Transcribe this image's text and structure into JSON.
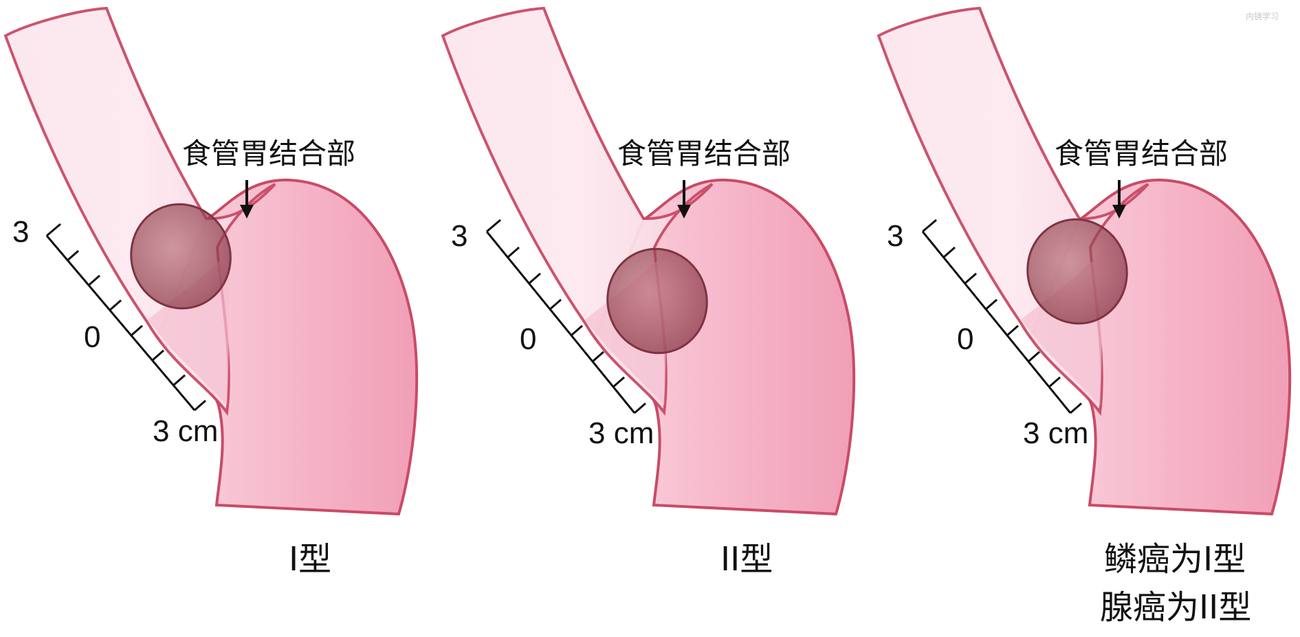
{
  "panels": [
    {
      "junction_label": "食管胃结合部",
      "ruler": {
        "top_label": "3",
        "middle_label": "0",
        "bottom_label": "3 cm"
      },
      "tumor_position": "above-junction",
      "caption_lines": [
        "I型"
      ]
    },
    {
      "junction_label": "食管胃结合部",
      "ruler": {
        "top_label": "3",
        "middle_label": "0",
        "bottom_label": "3 cm"
      },
      "tumor_position": "centered-on-junction",
      "caption_lines": [
        "II型"
      ]
    },
    {
      "junction_label": "食管胃结合部",
      "ruler": {
        "top_label": "3",
        "middle_label": "0",
        "bottom_label": "3 cm"
      },
      "tumor_position": "straddling-junction",
      "caption_lines": [
        "鳞癌为I型",
        "腺癌为II型"
      ]
    }
  ],
  "colors": {
    "esophagus_fill": "#f9dce6",
    "stomach_fill": "#f5b4c8",
    "outline": "#c94b66",
    "tumor_fill": "#9a4a57",
    "text": "#111111"
  },
  "watermark": "内镜学习"
}
